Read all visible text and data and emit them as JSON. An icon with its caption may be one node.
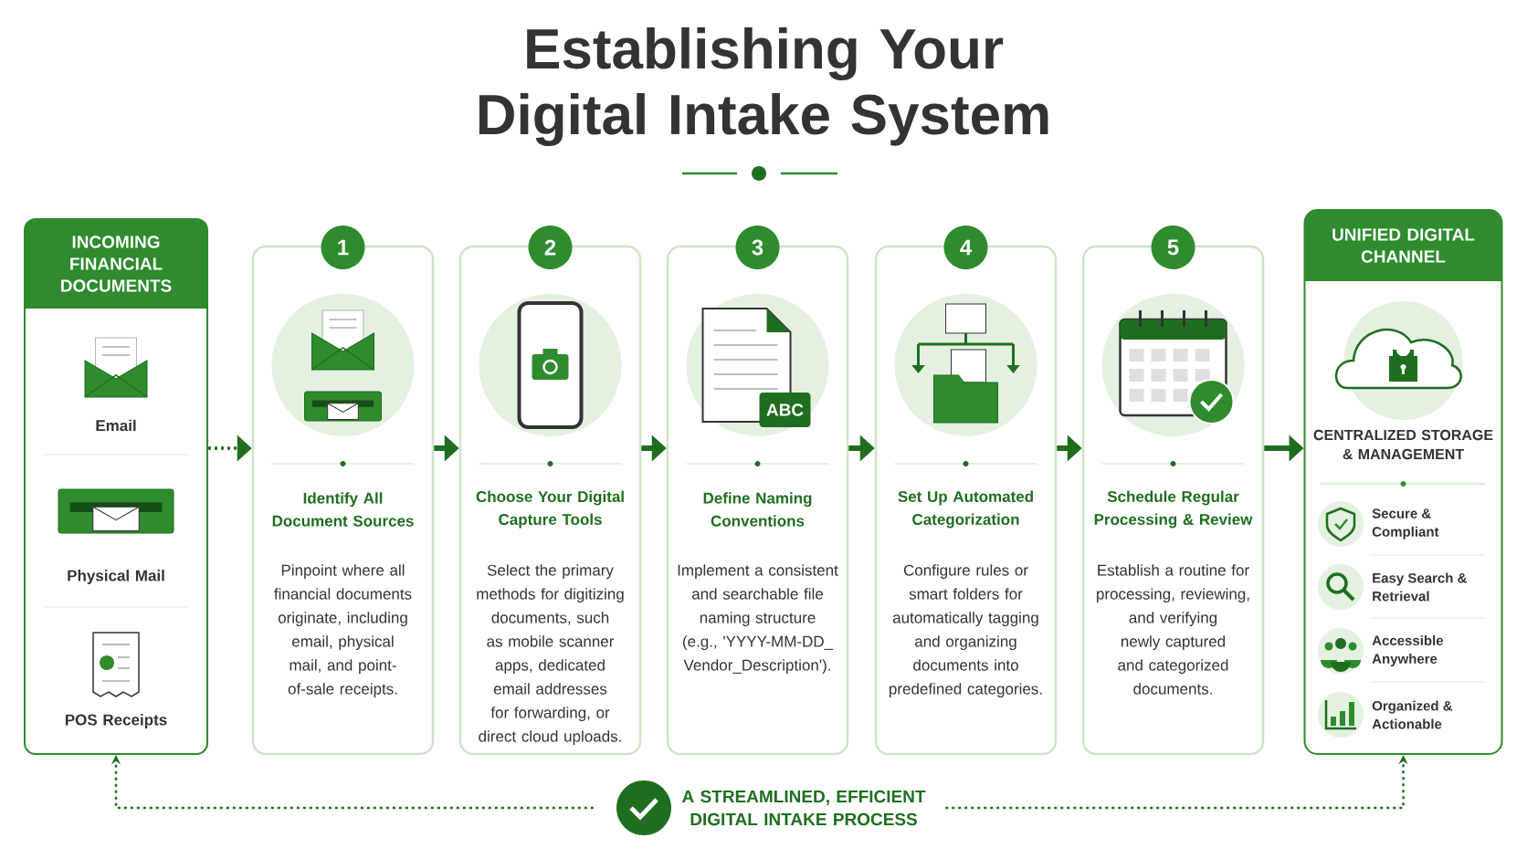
{
  "diagram": {
    "title": "Establishing Your Digital Intake System",
    "nodes": [
      {
        "text": [
          "INCOMING FINANCIAL DOCUMENTS",
          "Email",
          "Physical Mail",
          "POS Receipts"
        ]
      },
      {
        "text": [
          "1",
          "Identify All Document Sources",
          "Pinpoint where all financial documents originate, including email, physical mail, and point-of-sale receipts."
        ]
      },
      {
        "text": [
          "2",
          "Choose Your Digital Capture Tools",
          "Select the primary methods for digitizing documents, such as mobile scanner apps, dedicated email addresses for forwarding, or direct cloud uploads."
        ]
      },
      {
        "text": [
          "3",
          "Define Naming Conventions",
          "Implement a consistent and searchable file naming structure (e.g., 'YYYY-MM-DD_ Vendor_Description')."
        ]
      },
      {
        "text": [
          "4",
          "Set Up Automated Categorization",
          "Configure rules or smart folders for automatically tagging and organizing documents into predefined categories."
        ]
      },
      {
        "text": [
          "5",
          "Schedule Regular Processing & Review",
          "Establish a routine for processing, reviewing, and verifying newly captured and categorized documents."
        ]
      },
      {
        "text": [
          "UNIFIED DIGITAL CHANNEL",
          "CENTRALIZED STORAGE & MANAGEMENT",
          "Secure & Compliant",
          "Easy Search & Retrieval",
          "Accessible Anywhere",
          "Organized & Actionable"
        ]
      },
      {
        "text": [
          "A STREAMLINED, EFFICIENT DIGITAL INTAKE PROCESS"
        ]
      }
    ],
    "edges": [
      {
        "from": 0,
        "to": 1,
        "arrow": "to",
        "style": "dashed"
      },
      {
        "from": 1,
        "to": 2,
        "arrow": "to"
      },
      {
        "from": 2,
        "to": 3,
        "arrow": "to"
      },
      {
        "from": 3,
        "to": 4,
        "arrow": "to"
      },
      {
        "from": 4,
        "to": 5,
        "arrow": "to"
      },
      {
        "from": 5,
        "to": 6,
        "arrow": "to"
      },
      {
        "from": 7,
        "to": 0,
        "arrow": "to",
        "style": "dashed"
      },
      {
        "from": 7,
        "to": 6,
        "arrow": "to",
        "style": "dashed"
      }
    ],
    "labels": [
      "ABC"
    ]
  }
}
